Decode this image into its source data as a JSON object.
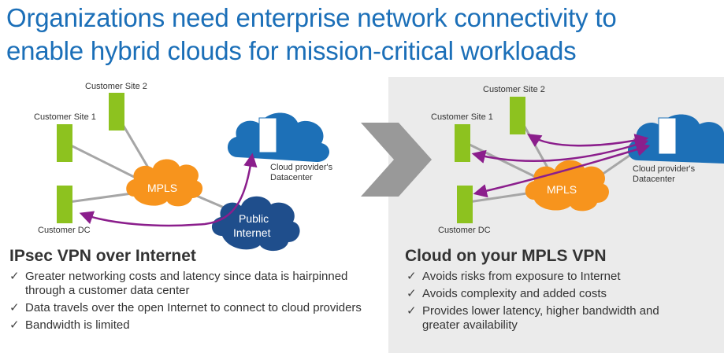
{
  "title": {
    "line1": "Organizations need enterprise network connectivity to",
    "line2": "enable hybrid clouds for mission-critical workloads"
  },
  "left": {
    "labels": {
      "site2": "Customer Site 2",
      "site1": "Customer Site 1",
      "dc": "Customer DC",
      "mpls": "MPLS",
      "public_internet_1": "Public",
      "public_internet_2": "Internet",
      "cloud_dc_1": "Cloud provider's",
      "cloud_dc_2": "Datacenter"
    },
    "heading": "IPsec VPN over Internet",
    "bullets": [
      {
        "line1": "Greater networking costs and latency since data is hairpinned",
        "line2": "through a customer data center"
      },
      {
        "line1": "Data travels over the open Internet to connect to cloud providers",
        "line2": ""
      },
      {
        "line1": "Bandwidth is limited",
        "line2": ""
      }
    ]
  },
  "right": {
    "labels": {
      "site2": "Customer Site 2",
      "site1": "Customer Site 1",
      "dc": "Customer DC",
      "mpls": "MPLS",
      "cloud_dc_1": "Cloud provider's",
      "cloud_dc_2": "Datacenter"
    },
    "heading": "Cloud on your MPLS VPN",
    "bullets": [
      {
        "line1": "Avoids risks from exposure to Internet",
        "line2": ""
      },
      {
        "line1": "Avoids complexity and added costs",
        "line2": ""
      },
      {
        "line1": "Provides lower latency, higher bandwidth and",
        "line2": "greater availability"
      }
    ]
  },
  "icons": {
    "check": "✓",
    "site": "green-rectangle-site-icon",
    "cloud": "cloud-icon",
    "chevron": "chevron-right-icon"
  },
  "colors": {
    "title": "#1b6fb8",
    "site_green": "#8dc21f",
    "mpls_orange": "#f7941d",
    "cloud_blue": "#1d70b7",
    "internet_navy": "#1f4e8c",
    "link_gray": "#a6a6a6",
    "path_purple": "#8b1e8c",
    "chevron_gray": "#999999",
    "panel_gray": "#ebebeb"
  }
}
